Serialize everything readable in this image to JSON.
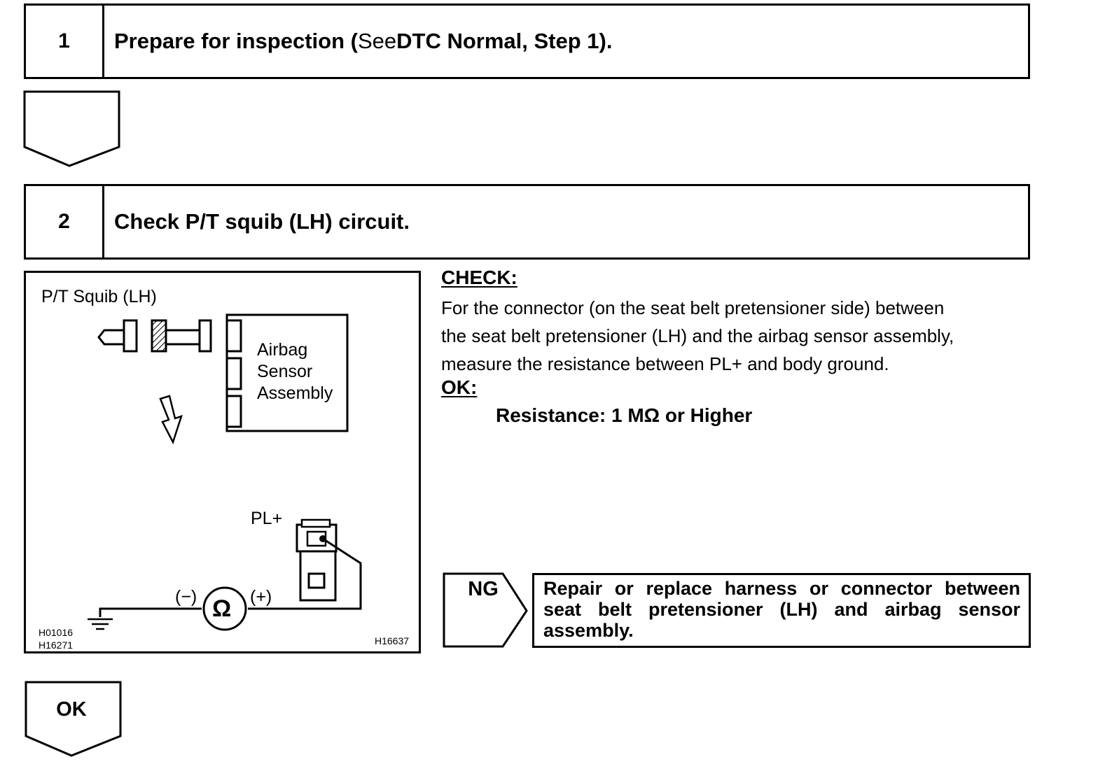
{
  "steps": [
    {
      "number": "1",
      "title_bold": "Prepare for inspection (",
      "title_normal": "See",
      "title_rest": " DTC Normal, Step 1)."
    },
    {
      "number": "2",
      "title": "Check P/T squib (LH) circuit."
    }
  ],
  "diagram": {
    "squib_label": "P/T Squib (LH)",
    "sensor_label_lines": [
      "Airbag",
      "Sensor",
      "Assembly"
    ],
    "terminal_label": "PL+",
    "meter_minus": "(−)",
    "meter_plus": "(+)",
    "meter_symbol": "Ω",
    "code_left_1": "H01016",
    "code_left_2": "H16271",
    "code_right": "H16637"
  },
  "check": {
    "heading": "CHECK:",
    "lines": [
      "For the connector (on the seat belt pretensioner side) between",
      "the seat belt pretensioner (LH) and the airbag sensor assembly,",
      "measure the resistance between PL+ and body ground."
    ],
    "ok_heading": "OK:",
    "spec": "Resistance: 1 MΩ or Higher"
  },
  "ng": {
    "label": "NG",
    "action": "Repair or replace harness or connector between seat belt pretensioner (LH) and airbag sensor assembly."
  },
  "ok_flow": {
    "label": "OK"
  }
}
